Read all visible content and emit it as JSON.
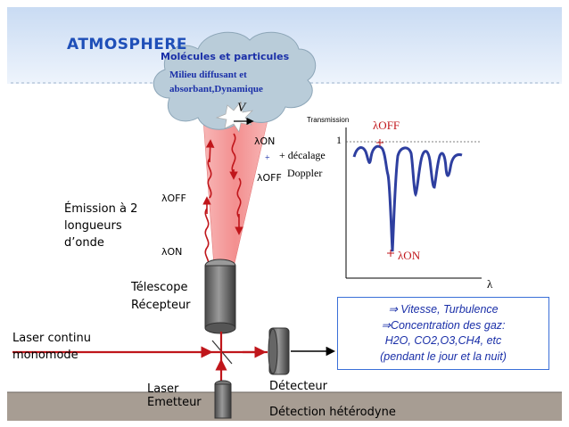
{
  "title": "ATMOSPHERE",
  "cloud": {
    "line1": "Molécules et particules",
    "line2": "Milieu diffusant et",
    "line3": "absorbant,Dynamique"
  },
  "velocity_symbol": "V",
  "beam": {
    "lambda_on_top": "λON",
    "lambda_off_mid": "λOFF",
    "lambda_off_left": "λOFF",
    "lambda_on_left": "λON",
    "decalage": "+ décalage",
    "doppler": "Doppler"
  },
  "labels": {
    "emission": [
      "Émission à 2",
      "longueurs",
      "d’onde"
    ],
    "telescope": [
      "Télescope",
      "Récepteur"
    ],
    "laser_continu": [
      "Laser continu",
      "monomode"
    ],
    "laser_emetteur": [
      "Laser",
      "Emetteur"
    ],
    "detecteur": "Détecteur",
    "detection": "Détection hétérodyne"
  },
  "spectrum": {
    "ylabel": "Transmission",
    "one": "1",
    "xlabel": "λ",
    "lambda_off": "λOFF",
    "lambda_on": "λON"
  },
  "info_box": {
    "line1": "⇒  Vitesse, Turbulence",
    "line2": "⇒Concentration des gaz:",
    "line3": "H2O, CO2,O3,CH4, etc",
    "line4": "(pendant le jour et la nuit)"
  },
  "colors": {
    "sky": "#d9e6f7",
    "ground": "#a79d93",
    "cloud": "#b9ccd9",
    "beam": "#f4a0a0",
    "red": "#c0161b",
    "blue_text": "#1a2fa8",
    "spectrum_line": "#2e3fa0"
  }
}
